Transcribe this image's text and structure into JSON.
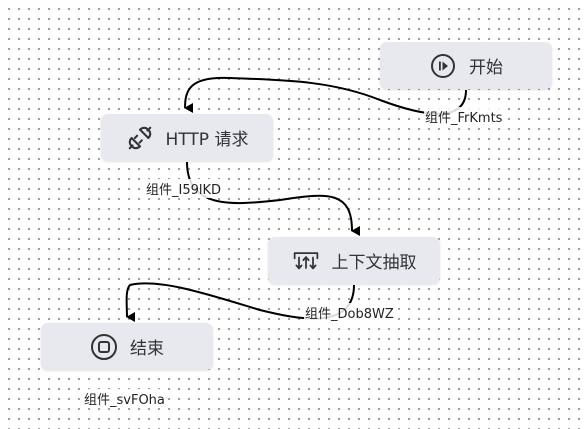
{
  "nodes": {
    "start": {
      "label": "开始",
      "caption": "组件_FrKmts",
      "icon": "play-circle-icon"
    },
    "http": {
      "label": "HTTP 请求",
      "caption": "组件_I59lKD",
      "icon": "plug-icon"
    },
    "extract": {
      "label": "上下文抽取",
      "caption": "组件_Dob8WZ",
      "icon": "context-extract-icon"
    },
    "end": {
      "label": "结束",
      "caption": "组件_svFOha",
      "icon": "stop-circle-icon"
    }
  },
  "edges": [
    {
      "from": "start",
      "to": "http"
    },
    {
      "from": "http",
      "to": "extract"
    },
    {
      "from": "extract",
      "to": "end"
    }
  ],
  "colors": {
    "node_fill": "#e7e9ee",
    "edge": "#000000",
    "icon": "#333333",
    "text": "#333333",
    "grid_dot": "#9a9a9a"
  }
}
